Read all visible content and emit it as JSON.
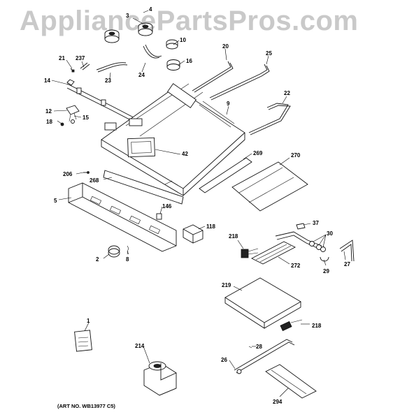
{
  "watermark": "AppliancePartsPros.com",
  "art_number": "(ART NO. WB13977 C5)",
  "callouts": {
    "c1": "1",
    "c2": "2",
    "c3": "3",
    "c4": "4",
    "c5": "5",
    "c8": "8",
    "c9": "9",
    "c10": "10",
    "c12": "12",
    "c14": "14",
    "c15": "15",
    "c16": "16",
    "c18": "18",
    "c20": "20",
    "c21": "21",
    "c22": "22",
    "c23": "23",
    "c24": "24",
    "c25": "25",
    "c26": "26",
    "c27": "27",
    "c28": "28",
    "c29": "29",
    "c30": "30",
    "c37": "37",
    "c42": "42",
    "c118": "118",
    "c146": "146",
    "c206": "206",
    "c214": "214",
    "c218a": "218",
    "c218b": "218",
    "c219": "219",
    "c237": "237",
    "c268": "268",
    "c269": "269",
    "c270": "270",
    "c272": "272",
    "c294": "294"
  }
}
